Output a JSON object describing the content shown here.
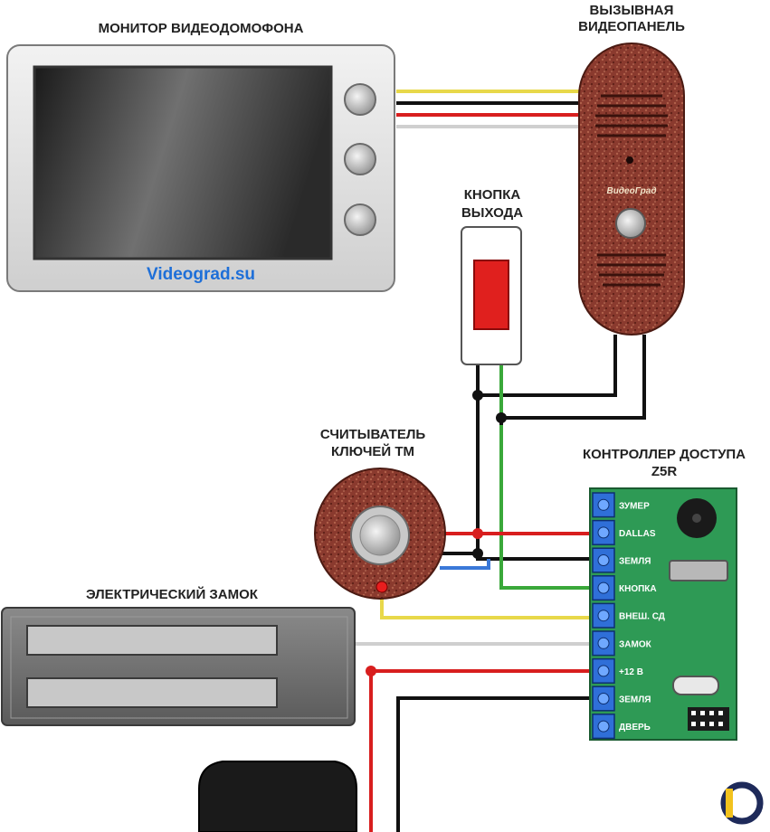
{
  "labels": {
    "monitor": "МОНИТОР ВИДЕОДОМОФОНА",
    "panel_line1": "ВЫЗЫВНАЯ",
    "panel_line2": "ВИДЕОПАНЕЛЬ",
    "exit_line1": "КНОПКА",
    "exit_line2": "ВЫХОДА",
    "reader_line1": "СЧИТЫВАТЕЛЬ",
    "reader_line2": "КЛЮЧЕЙ ТМ",
    "controller_line1": "КОНТРОЛЛЕР ДОСТУПА",
    "controller_line2": "Z5R",
    "lock": "ЭЛЕКТРИЧЕСКИЙ ЗАМОК"
  },
  "monitor_site": "Videograd.su",
  "panel_brand": "ВидеоГрад",
  "controller_terminals": [
    "ЗУМЕР",
    "DALLAS",
    "ЗЕМЛЯ",
    "КНОПКА",
    "ВНЕШ. СД",
    "ЗАМОК",
    "+12 В",
    "ЗЕМЛЯ",
    "ДВЕРЬ"
  ],
  "colors": {
    "board_green": "#2e9a55",
    "panel_copper": "#8a3a2e",
    "wire_red": "#d81e1e",
    "wire_yellow": "#e8d84a",
    "wire_green": "#3aa83a",
    "wire_blue": "#3a78d8",
    "wire_white": "#d8d8d8",
    "wire_black": "#111111",
    "exit_button_red": "#e0201e",
    "site_blue": "#1e6fd8"
  }
}
